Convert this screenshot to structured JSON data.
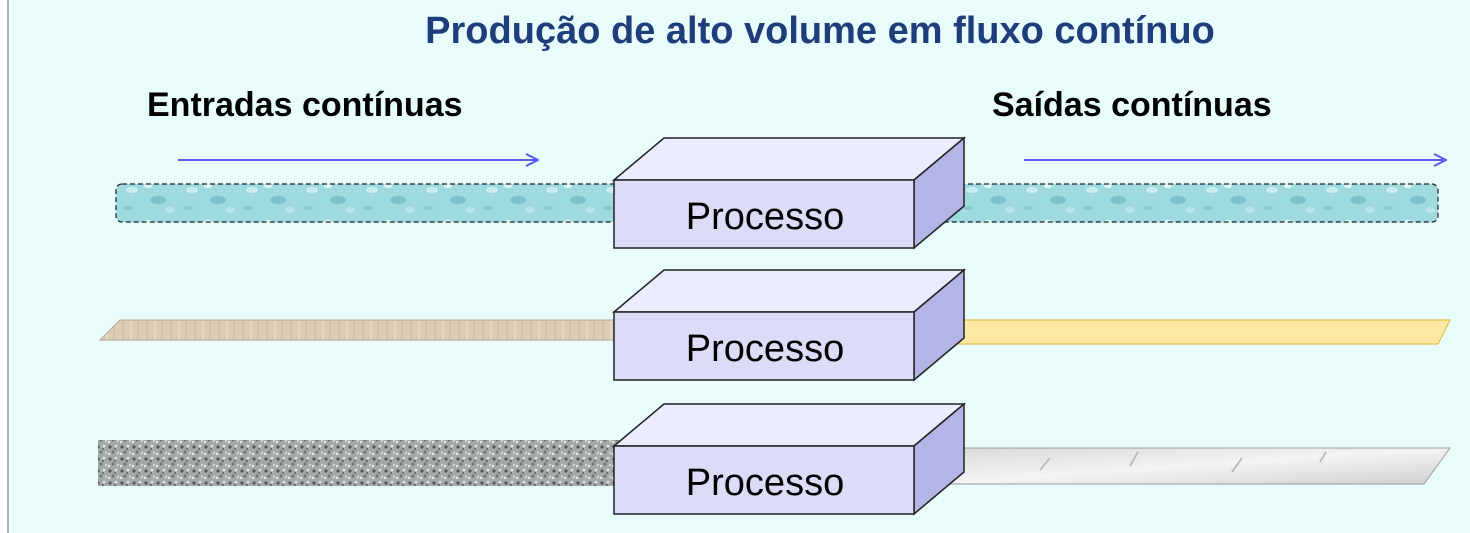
{
  "slide": {
    "title": "Produção de alto volume em fluxo contínuo",
    "inputs_label": "Entradas contínuas",
    "outputs_label": "Saídas contínuas"
  },
  "processes": [
    {
      "label": "Processo",
      "input_material": "liquid",
      "output_material": "liquid"
    },
    {
      "label": "Processo",
      "input_material": "strip-raw",
      "output_material": "strip-finished"
    },
    {
      "label": "Processo",
      "input_material": "granular",
      "output_material": "sheet"
    }
  ],
  "colors": {
    "background": "#e8fcfc",
    "title": "#1f3d7a",
    "arrow": "#5b5bf0",
    "box_front": "#dcdcf8",
    "box_top": "#ececff",
    "box_side": "#b4b4e6",
    "liquid": "#9bd9de",
    "strip_raw": "#dccab2",
    "strip_finished": "#fbe9a4"
  }
}
